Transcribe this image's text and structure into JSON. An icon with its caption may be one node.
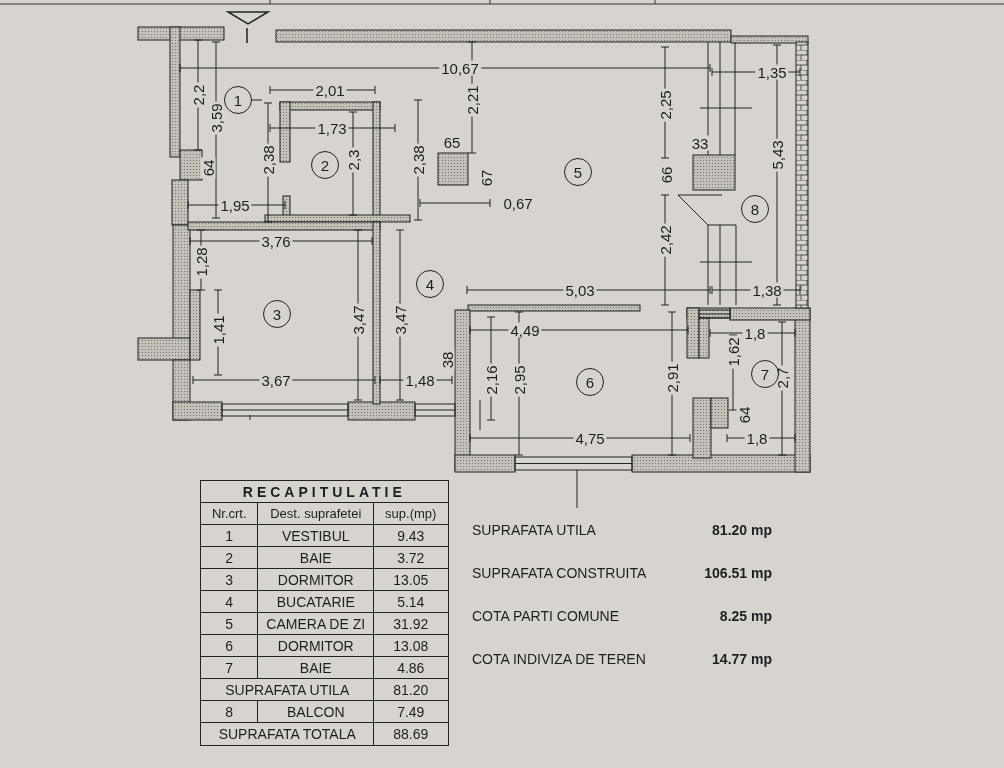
{
  "diagram": {
    "nodes": [
      {
        "text": [
          "1"
        ]
      },
      {
        "text": [
          "2"
        ]
      },
      {
        "text": [
          "3"
        ]
      },
      {
        "text": [
          "4"
        ]
      },
      {
        "text": [
          "5"
        ]
      },
      {
        "text": [
          "6"
        ]
      },
      {
        "text": [
          "7"
        ]
      },
      {
        "text": [
          "8"
        ]
      }
    ],
    "labels": [
      "10,67",
      "1,35",
      "2,2",
      "2,01",
      "2,21",
      "2,25",
      "3,59",
      "1,73",
      "65",
      "33",
      "2,38",
      "2,3",
      "2,38",
      "67",
      "66",
      "5,43",
      "64",
      "1,95",
      "0,67",
      "3,76",
      "2,42",
      "1,28",
      "5,03",
      "1,38",
      "4,49",
      "1,8",
      "1,41",
      "3,47",
      "3,47",
      "2,16",
      "2,95",
      "2,91",
      "1,62",
      "2,7",
      "3,67",
      "1,48",
      "38",
      "64",
      "4,75",
      "1,8",
      "RECAPITULATIE",
      "Nr.crt.",
      "Dest. suprafetei",
      "sup.(mp)",
      "1",
      "VESTIBUL",
      "9.43",
      "2",
      "BAIE",
      "3.72",
      "3",
      "DORMITOR",
      "13.05",
      "4",
      "BUCATARIE",
      "5.14",
      "5",
      "CAMERA DE ZI",
      "31.92",
      "6",
      "DORMITOR",
      "13.08",
      "7",
      "BAIE",
      "4.86",
      "SUPRAFATA UTILA",
      "81.20",
      "8",
      "BALCON",
      "7.49",
      "SUPRAFATA TOTALA",
      "88.69",
      "SUPRAFATA UTILA",
      "81.20 mp",
      "SUPRAFATA CONSTRUITA",
      "106.51 mp",
      "COTA PARTI COMUNE",
      "8.25 mp",
      "COTA  INDIVIZA DE TEREN",
      "14.77 mp"
    ]
  }
}
